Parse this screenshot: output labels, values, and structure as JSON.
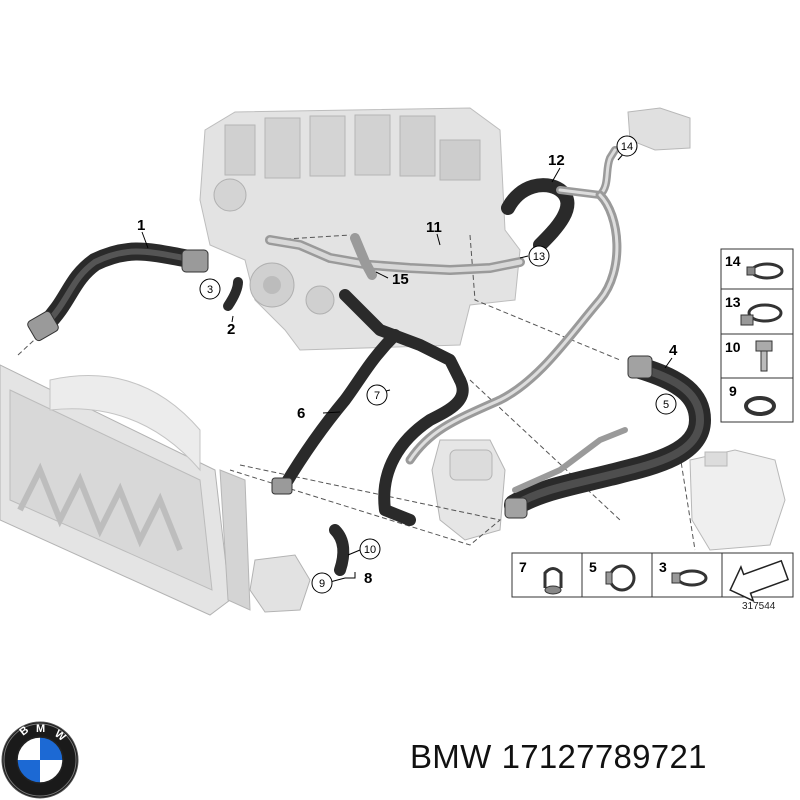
{
  "diagram": {
    "callouts": [
      "1",
      "2",
      "3",
      "4",
      "5",
      "6",
      "7",
      "8",
      "9",
      "10",
      "11",
      "12",
      "13",
      "14",
      "15"
    ],
    "legend_side": [
      "14",
      "13",
      "10",
      "9"
    ],
    "legend_bottom": [
      "7",
      "5",
      "3"
    ],
    "diagram_id": "317544"
  },
  "caption": {
    "brand": "BMW",
    "part_number": "17127789721"
  },
  "colors": {
    "hose": "#2a2a2a",
    "engine": "#d6d6d6",
    "radiator": "#cfcfcf",
    "logo_blue": "#1c69d4"
  },
  "icons": [
    "bmw-logo-icon",
    "arrow-icon",
    "clamp-icon",
    "washer-icon",
    "bolt-icon"
  ]
}
